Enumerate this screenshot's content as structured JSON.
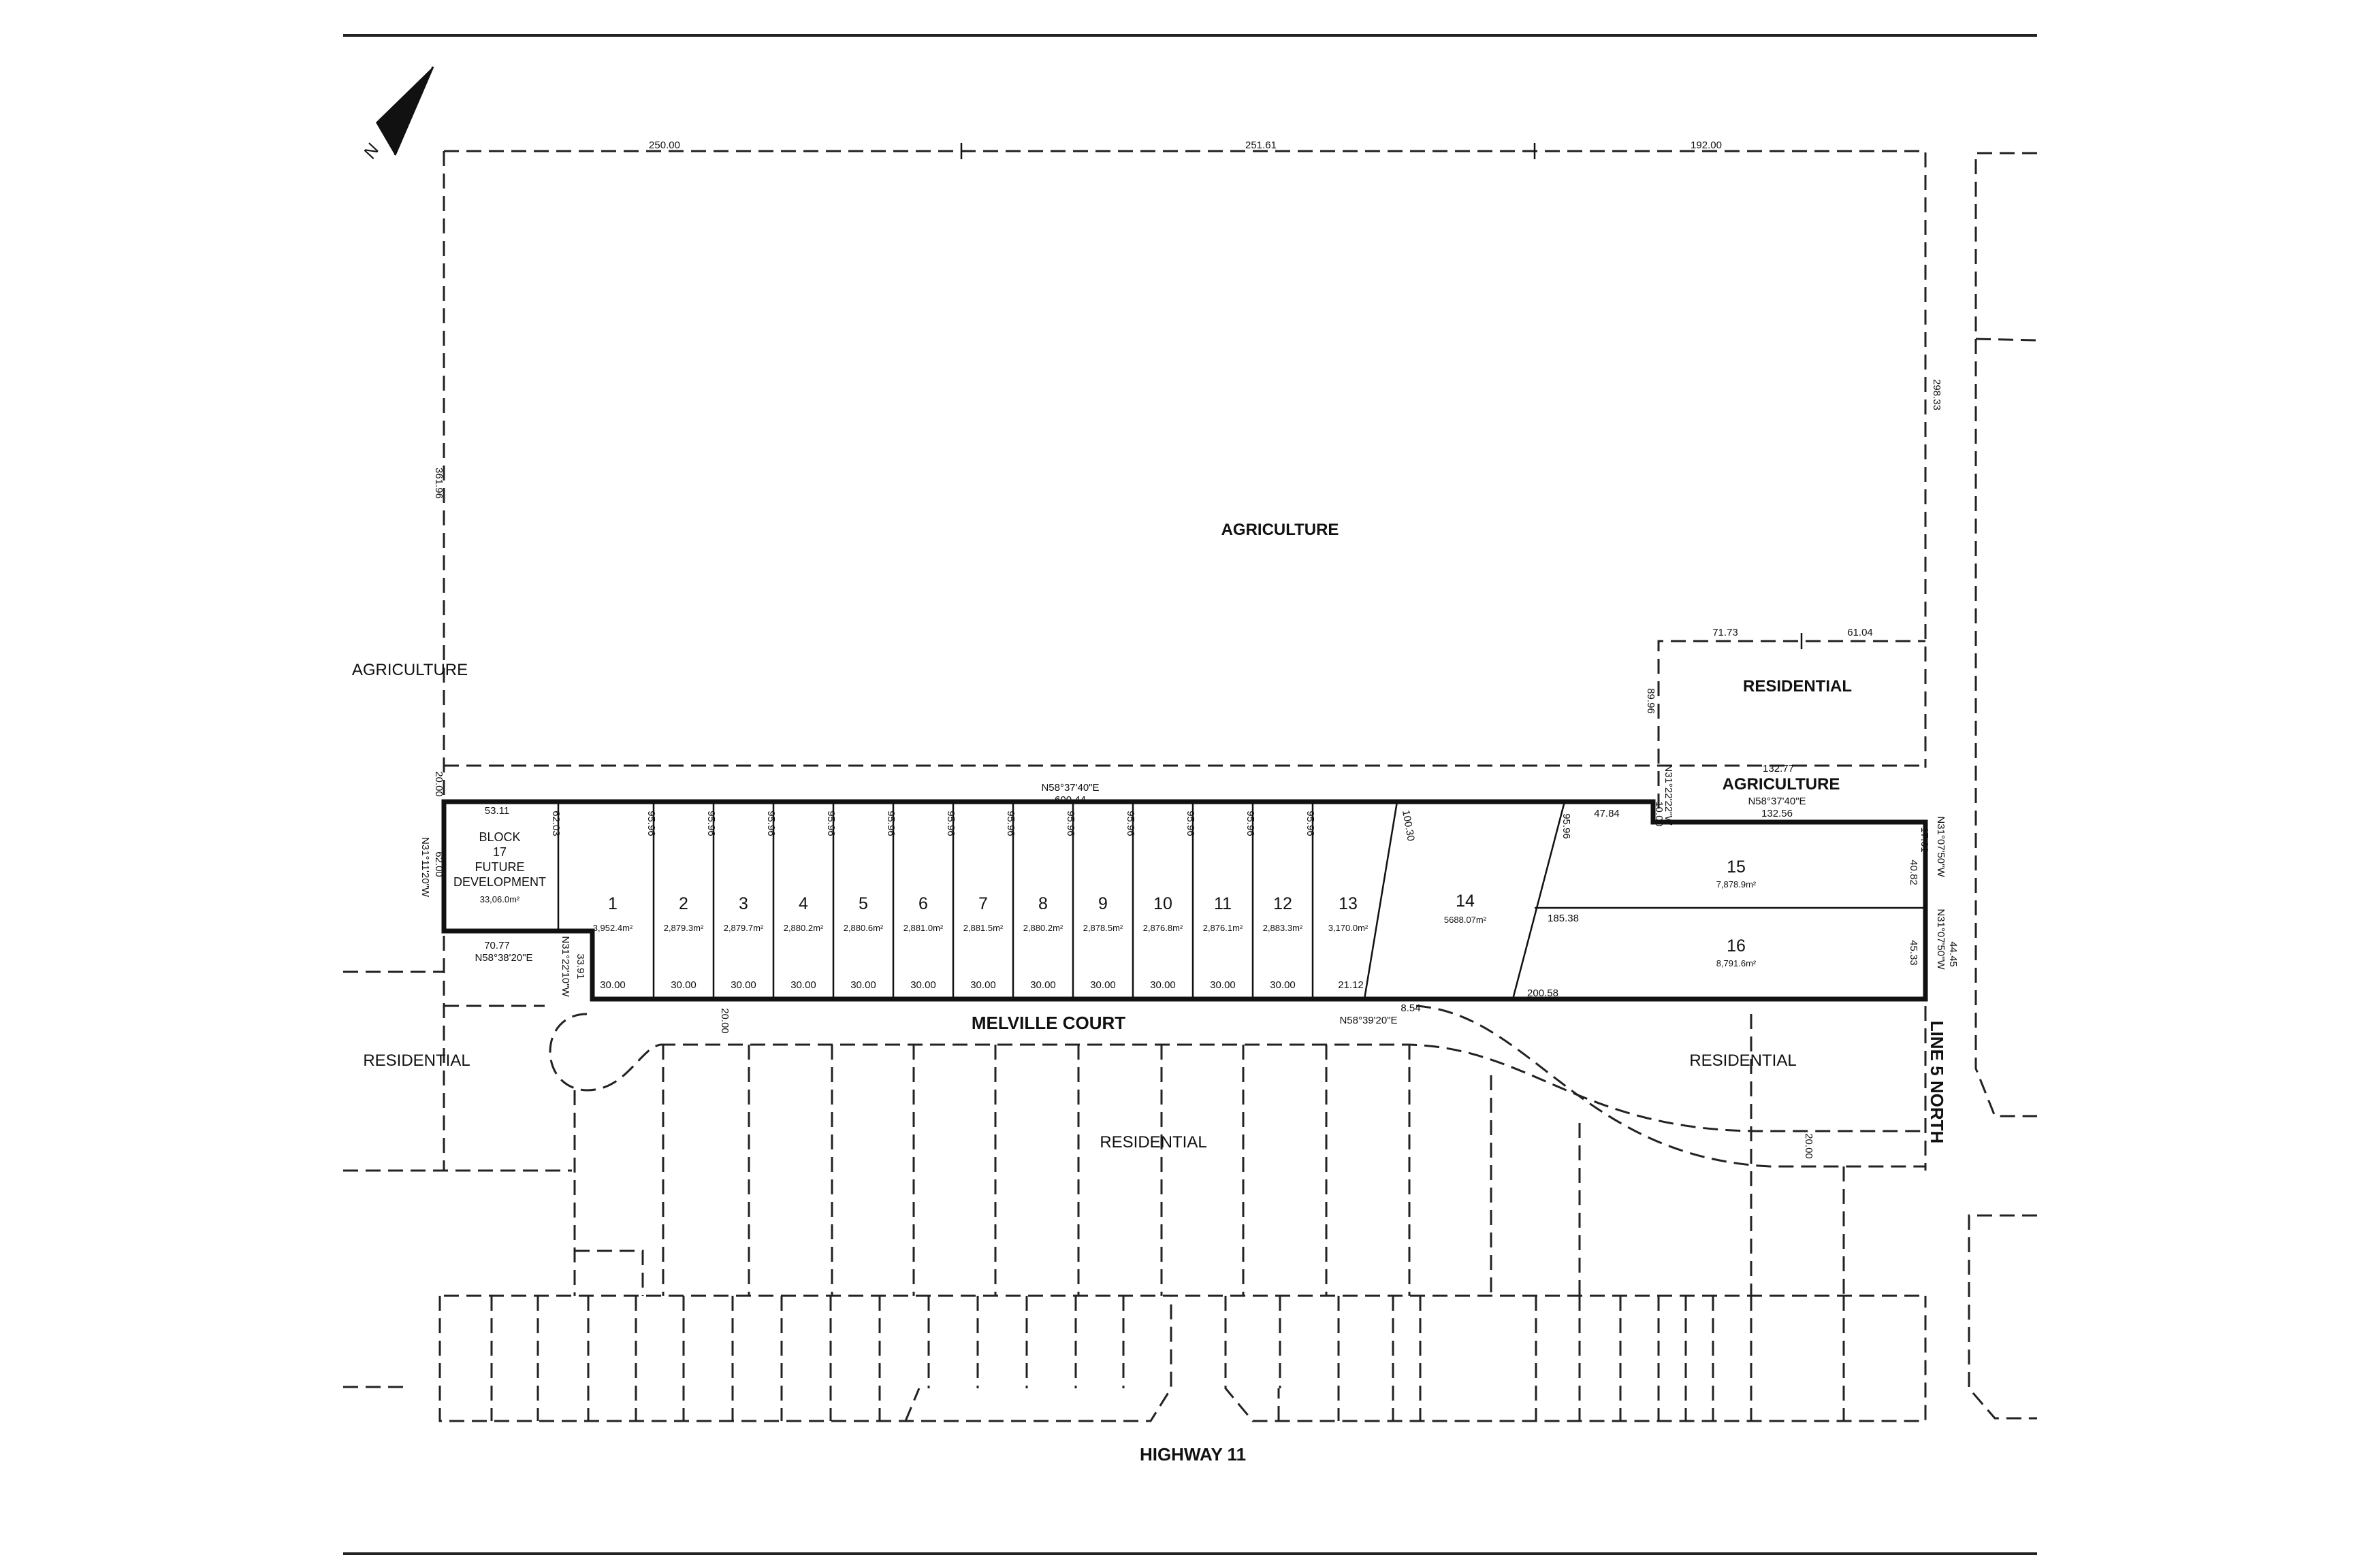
{
  "zones": {
    "agriculture_main": "AGRICULTURE",
    "agriculture_west": "AGRICULTURE",
    "agriculture_east": "AGRICULTURE",
    "residential_ne": "RESIDENTIAL",
    "residential_west": "RESIDENTIAL",
    "residential_south": "RESIDENTIAL",
    "residential_east": "RESIDENTIAL"
  },
  "roads": {
    "melville": "MELVILLE COURT",
    "line5": "LINE 5 NORTH",
    "highway": "HIGHWAY 11"
  },
  "north_arrow": {
    "letter": "N",
    "icon": "north-arrow-icon"
  },
  "block17": {
    "line1": "BLOCK",
    "line2": "17",
    "line3": "FUTURE",
    "line4": "DEVELOPMENT",
    "area": "33,06.0m²"
  },
  "lots": [
    {
      "num": "1",
      "area": "3,952.4m²",
      "front": "30.00"
    },
    {
      "num": "2",
      "area": "2,879.3m²",
      "front": "30.00"
    },
    {
      "num": "3",
      "area": "2,879.7m²",
      "front": "30.00"
    },
    {
      "num": "4",
      "area": "2,880.2m²",
      "front": "30.00"
    },
    {
      "num": "5",
      "area": "2,880.6m²",
      "front": "30.00"
    },
    {
      "num": "6",
      "area": "2,881.0m²",
      "front": "30.00"
    },
    {
      "num": "7",
      "area": "2,881.5m²",
      "front": "30.00"
    },
    {
      "num": "8",
      "area": "2,880.2m²",
      "front": "30.00"
    },
    {
      "num": "9",
      "area": "2,878.5m²",
      "front": "30.00"
    },
    {
      "num": "10",
      "area": "2,876.8m²",
      "front": "30.00"
    },
    {
      "num": "11",
      "area": "2,876.1m²",
      "front": "30.00"
    },
    {
      "num": "12",
      "area": "2,883.3m²",
      "front": "30.00"
    },
    {
      "num": "13",
      "area": "3,170.0m²",
      "front": "21.12"
    }
  ],
  "lot14": {
    "num": "14",
    "area": "5688.07m²"
  },
  "lot15": {
    "num": "15",
    "area": "7,878.9m²"
  },
  "lot16": {
    "num": "16",
    "area": "8,791.6m²"
  },
  "depth_label": "95.96",
  "dims": {
    "top1": "250.00",
    "top2": "251.61",
    "top3": "192.00",
    "west_side": "361.96",
    "east_side": "298.33",
    "res_w": "71.73",
    "res_e": "61.04",
    "res_side": "89.96",
    "north_bearing": "N58°37'40\"E",
    "north_len": "600.44",
    "east_top_len": "132.77",
    "east_bearing": "N58°37'40\"E",
    "east_len": "132.56",
    "block_top": "53.11",
    "block_west_bearing": "N31°11'20\"W",
    "block_west_len": "62.00",
    "block_side": "62.03",
    "block_south": "70.77",
    "block_south_bearing": "N58°38'20\"E",
    "block_east_bearing": "N31°22'10\"W",
    "block_east_len": "33.91",
    "row20": "20.00",
    "notch_bearing": "N31°22'22\"W",
    "notch_len": "10.00",
    "road_width": "20.00",
    "lot14_w": "100.30",
    "lot14_e": "95.96",
    "lot15_top": "47.84",
    "lot15_mid": "185.38",
    "lot16_bot": "200.58",
    "curve_len": "8.54",
    "south_bearing": "N58°39'20\"E",
    "east_bearing2": "N31°07'50\"W",
    "east_len1": "17.61",
    "east15": "40.82",
    "east_bearing3": "N31°07'50\"W",
    "east_len3": "44.45",
    "east16": "45.33",
    "south_road": "20.00"
  }
}
